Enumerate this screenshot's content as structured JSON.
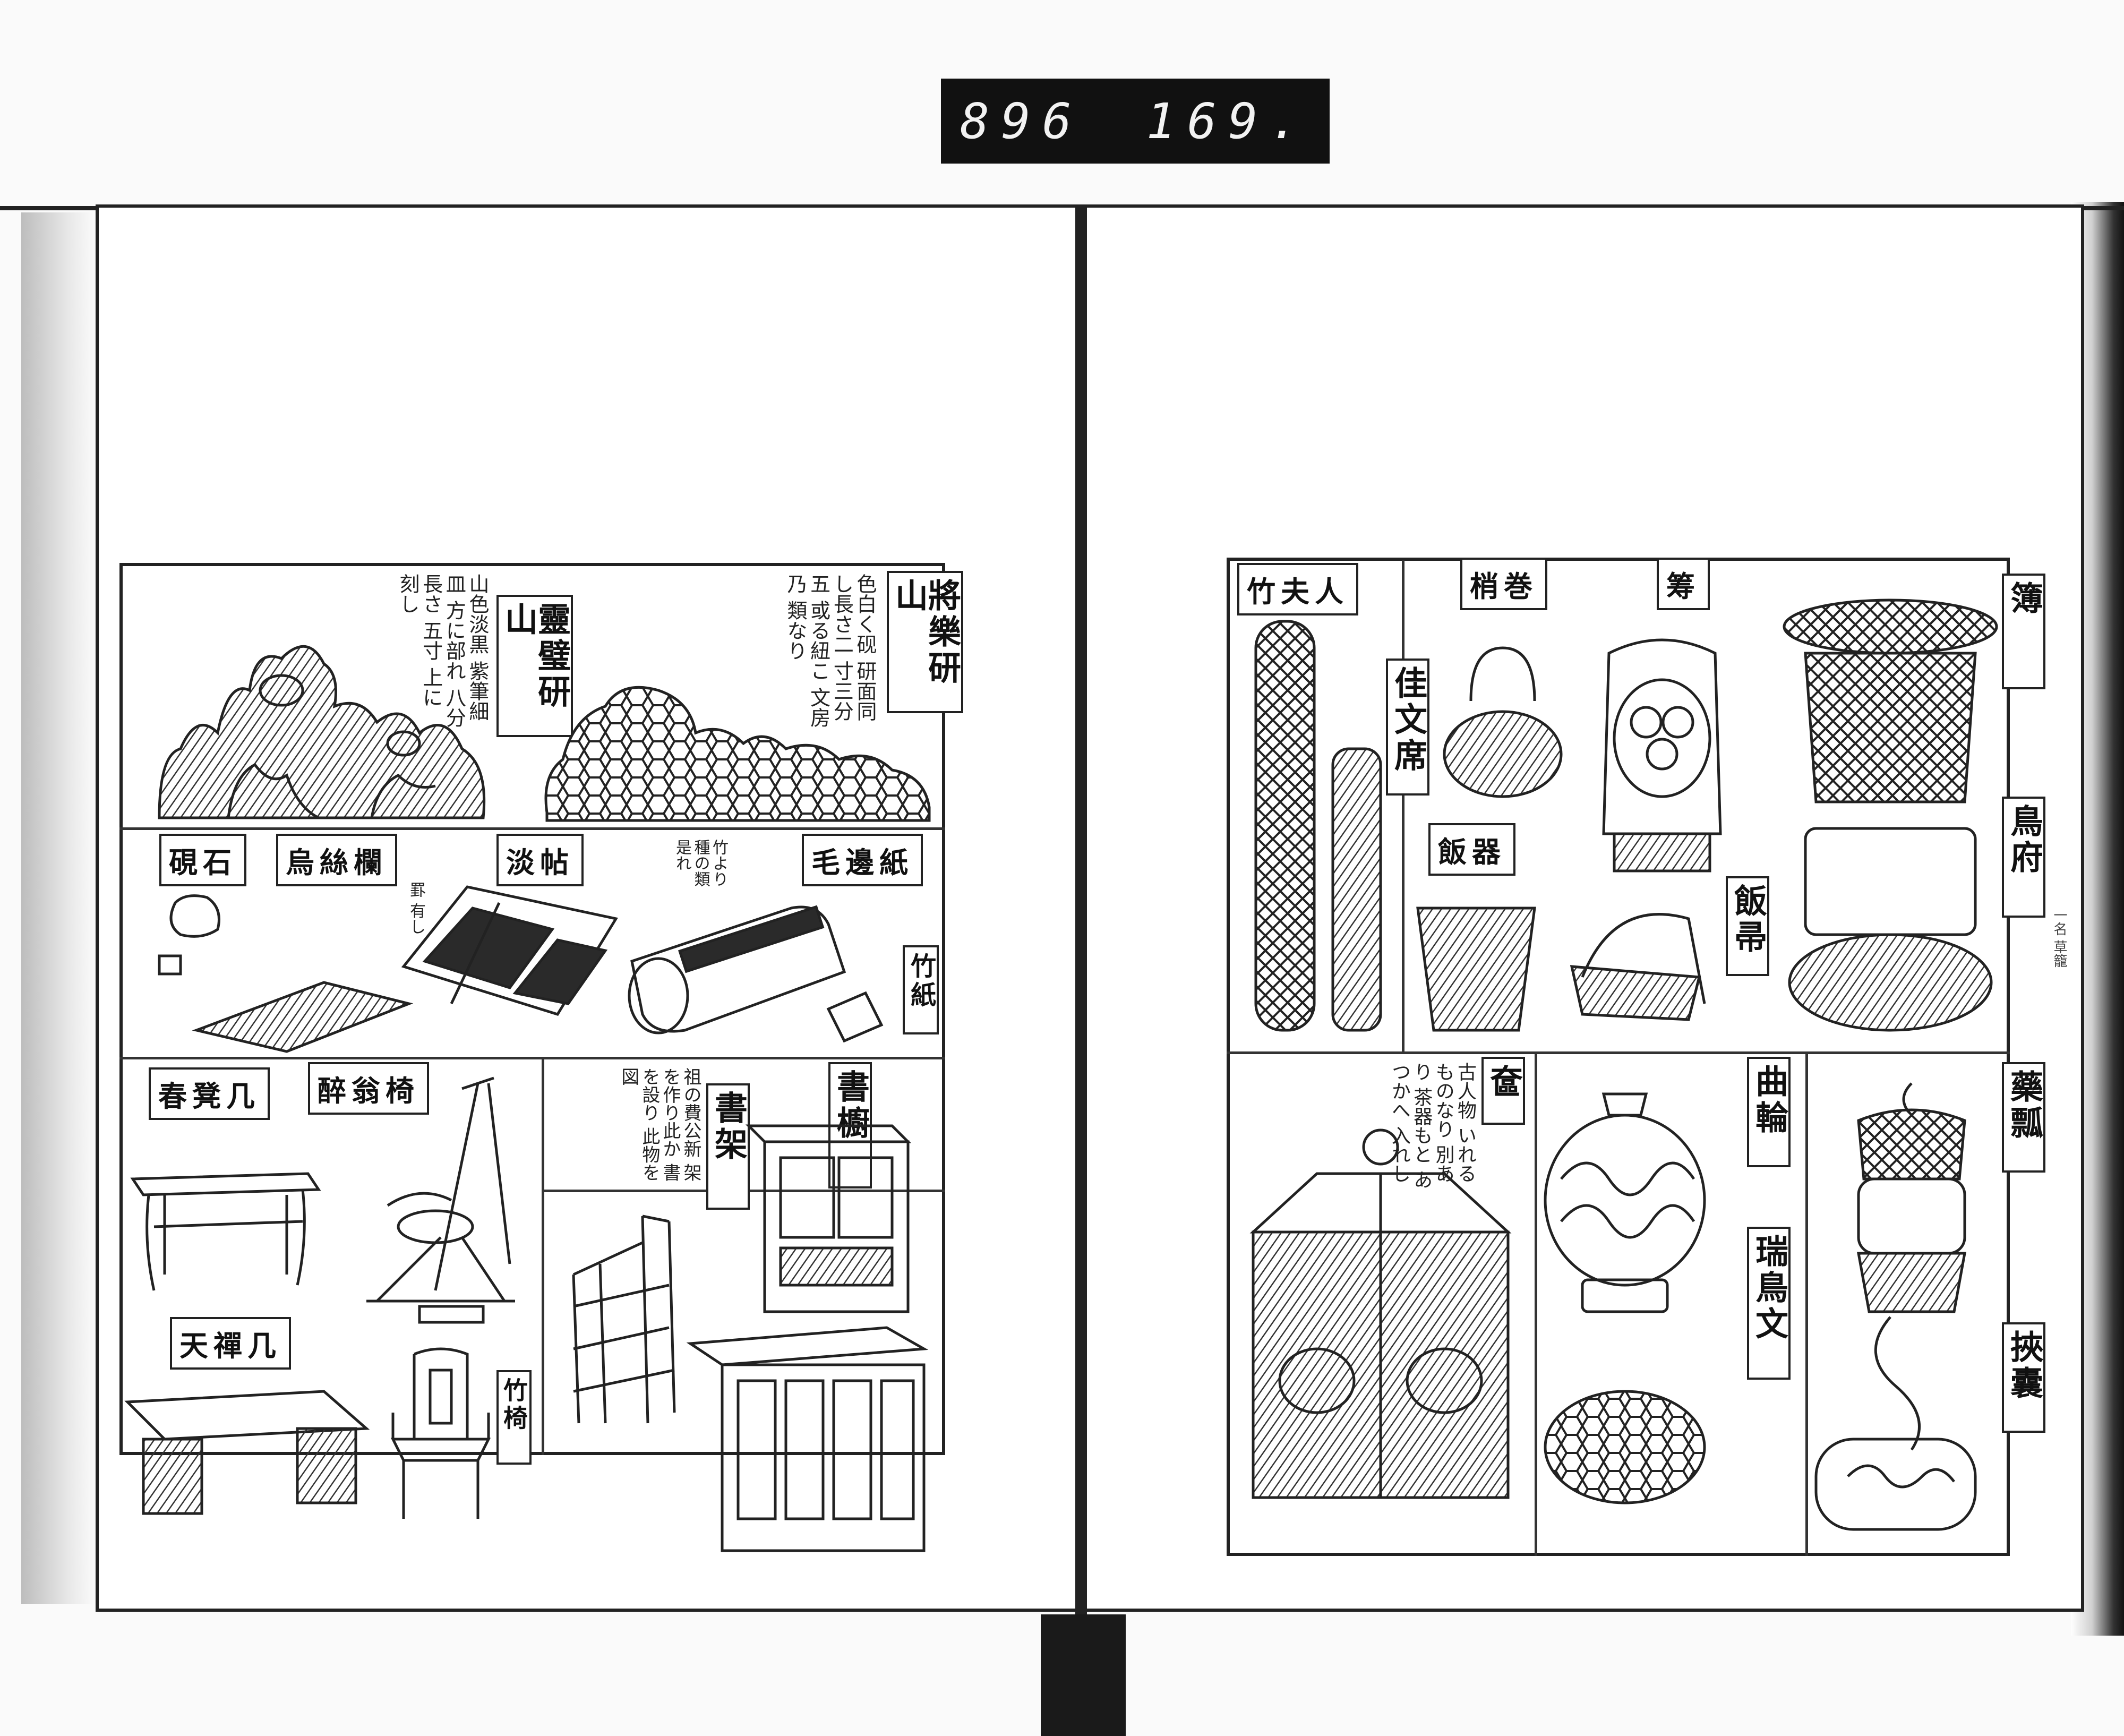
{
  "archive_label": {
    "left": "896",
    "right": "169."
  },
  "left_page": {
    "top_section": {
      "item1": {
        "title": "將樂研山",
        "note": "色白く砚 研面同 し長さ二 寸三分五 或る紐こ 文房乃 類なり"
      },
      "item2": {
        "title": "靈璧研山",
        "note": "山色淡黒 紫筆細皿 方に部れ 八分長さ 五寸 上に 刻し"
      }
    },
    "middle_section": {
      "labels": [
        "毛邊紙",
        "淡帖",
        "烏絲欄",
        "硯石"
      ],
      "sublabel_bamboo_paper": "竹紙",
      "note_paper": "竹より 種の類 是れ",
      "note_ruled": "罫 有し"
    },
    "bottom_section": {
      "labels": [
        "醉翁椅",
        "春凳几",
        "天禪几",
        "竹椅",
        "書櫥",
        "書架"
      ],
      "note_shelf": "祖の費公新 架を作り此か 書を設り 此物を図"
    }
  },
  "right_page": {
    "top_section": {
      "labels": [
        "竹夫人",
        "梢巻",
        "筹",
        "簿",
        "佳文席",
        "飯器",
        "鳥府",
        "飯帚"
      ],
      "gloss_basket": "一名 草籠"
    },
    "bottom_section": {
      "labels": [
        "奩",
        "曲輪",
        "藥瓢",
        "挾囊",
        "瑞鳥文"
      ],
      "note_lacquer": "古人物 いれる ものなり 別あり 茶器もと あつかへ 入れし"
    }
  }
}
